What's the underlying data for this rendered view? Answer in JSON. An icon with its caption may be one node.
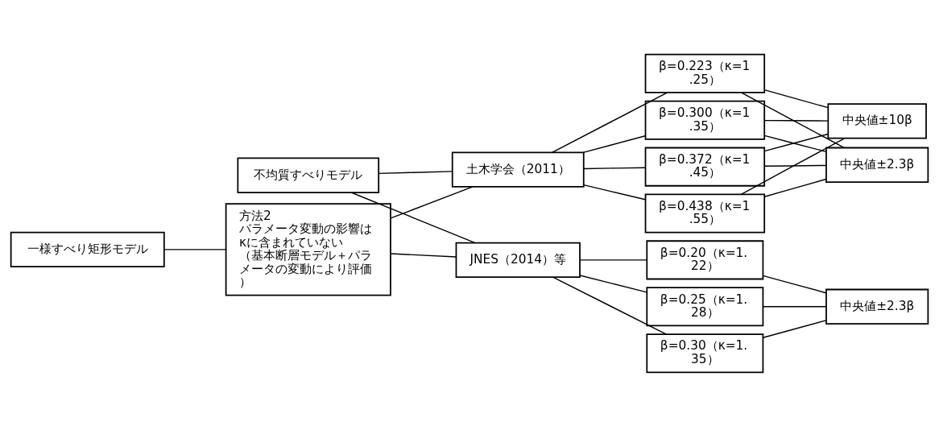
{
  "diagram": {
    "nodes": [
      {
        "text": [
          "不均質すべりモデル"
        ]
      },
      {
        "text": [
          "一様すべり矩形モデル"
        ]
      },
      {
        "text": [
          "方法2",
          "パラメータ変動の影響はκに含まれていない",
          "（基本断層モデル＋パラメータの変動により評価）"
        ]
      },
      {
        "text": [
          "土木学会（2011）"
        ]
      },
      {
        "text": [
          "JNES（2014）等"
        ]
      },
      {
        "text": [
          "β=0.223（κ=1.25）"
        ]
      },
      {
        "text": [
          "β=0.300（κ=1.35）"
        ]
      },
      {
        "text": [
          "β=0.372（κ=1.45）"
        ]
      },
      {
        "text": [
          "β=0.438（κ=1.55）"
        ]
      },
      {
        "text": [
          "中央値±2.3β"
        ]
      },
      {
        "text": [
          "中央値±10β"
        ]
      },
      {
        "text": [
          "β=0.20（κ=1.22）"
        ]
      },
      {
        "text": [
          "β=0.25（κ=1.28）"
        ]
      },
      {
        "text": [
          "β=0.30（κ=1.35）"
        ]
      },
      {
        "text": [
          "中央値±2.3β"
        ]
      }
    ],
    "edges": [
      {
        "from": 0,
        "to": 3,
        "arrow": "none"
      },
      {
        "from": 0,
        "to": 4,
        "arrow": "none"
      },
      {
        "from": 1,
        "to": 2,
        "arrow": "none"
      },
      {
        "from": 2,
        "to": 3,
        "arrow": "none"
      },
      {
        "from": 2,
        "to": 4,
        "arrow": "none"
      },
      {
        "from": 3,
        "to": 5,
        "arrow": "none"
      },
      {
        "from": 3,
        "to": 6,
        "arrow": "none"
      },
      {
        "from": 3,
        "to": 7,
        "arrow": "none"
      },
      {
        "from": 3,
        "to": 8,
        "arrow": "none"
      },
      {
        "from": 5,
        "to": 9,
        "arrow": "none"
      },
      {
        "from": 5,
        "to": 10,
        "arrow": "none"
      },
      {
        "from": 6,
        "to": 9,
        "arrow": "none"
      },
      {
        "from": 6,
        "to": 10,
        "arrow": "none"
      },
      {
        "from": 7,
        "to": 9,
        "arrow": "none"
      },
      {
        "from": 7,
        "to": 10,
        "arrow": "none"
      },
      {
        "from": 8,
        "to": 9,
        "arrow": "none"
      },
      {
        "from": 8,
        "to": 10,
        "arrow": "none"
      },
      {
        "from": 4,
        "to": 11,
        "arrow": "none"
      },
      {
        "from": 4,
        "to": 12,
        "arrow": "none"
      },
      {
        "from": 4,
        "to": 13,
        "arrow": "none"
      },
      {
        "from": 11,
        "to": 14,
        "arrow": "none"
      },
      {
        "from": 12,
        "to": 14,
        "arrow": "none"
      },
      {
        "from": 13,
        "to": 14,
        "arrow": "none"
      }
    ]
  }
}
